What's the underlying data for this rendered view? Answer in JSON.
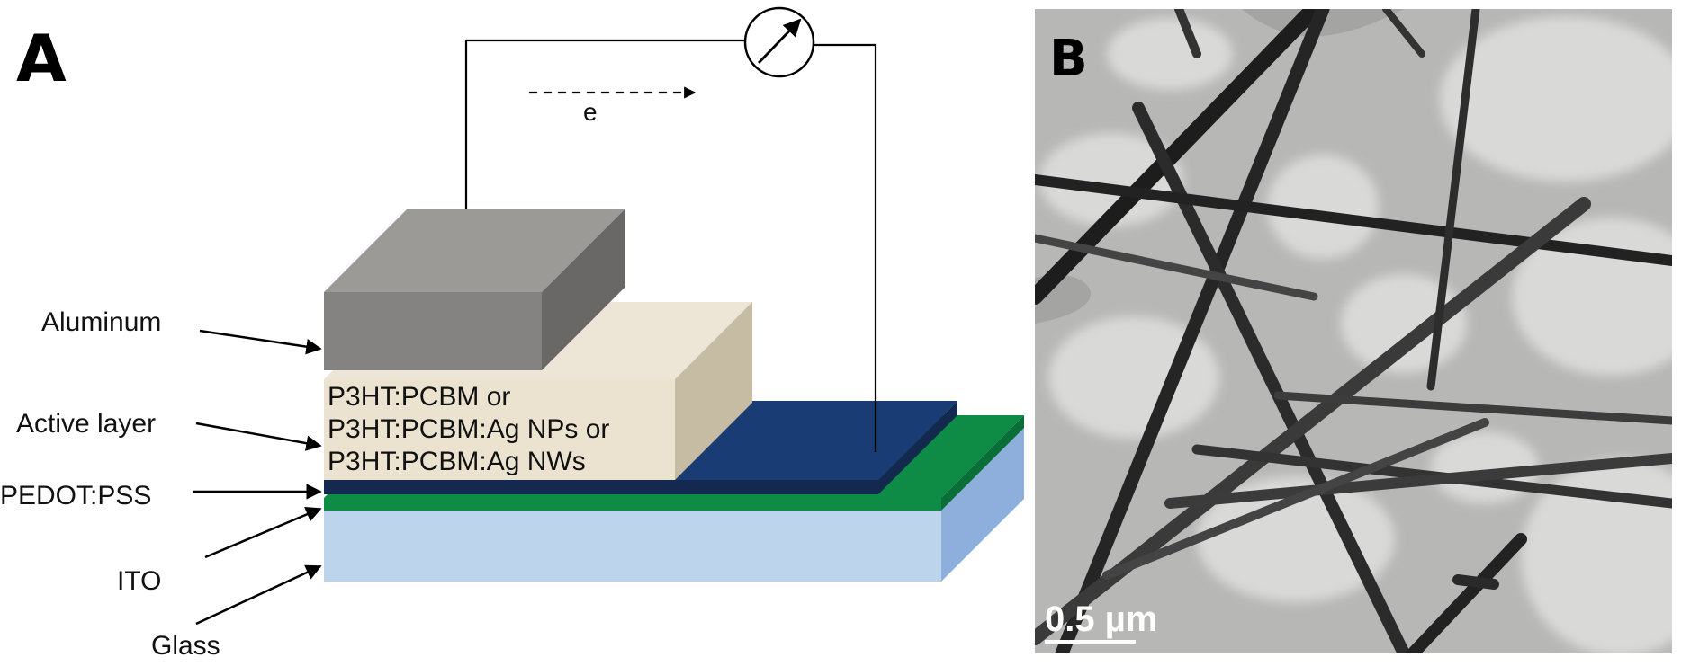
{
  "panel_a": {
    "letter": "A",
    "electron_label": "e",
    "active_layer_text": [
      "P3HT:PCBM or",
      "P3HT:PCBM:Ag NPs or",
      "P3HT:PCBM:Ag NWs"
    ],
    "callouts": {
      "aluminum": "Aluminum",
      "active_layer": "Active layer",
      "pedot": "PEDOT:PSS",
      "ito": "ITO",
      "glass": "Glass"
    }
  },
  "panel_b": {
    "letter": "B",
    "scale_bar_label": "0.5 µm"
  },
  "colors": {
    "aluminum_top": "#9c9a97",
    "aluminum_front": "#858381",
    "aluminum_side": "#6a6867",
    "active_top": "#ede6d6",
    "active_front": "#ebe3cf",
    "active_side": "#c6bca3",
    "pedot_top": "#1a3c74",
    "pedot_edge": "#13294f",
    "ito": "#0e8b45",
    "glass_front": "#bcd4ec",
    "glass_side": "#8eaedc"
  }
}
